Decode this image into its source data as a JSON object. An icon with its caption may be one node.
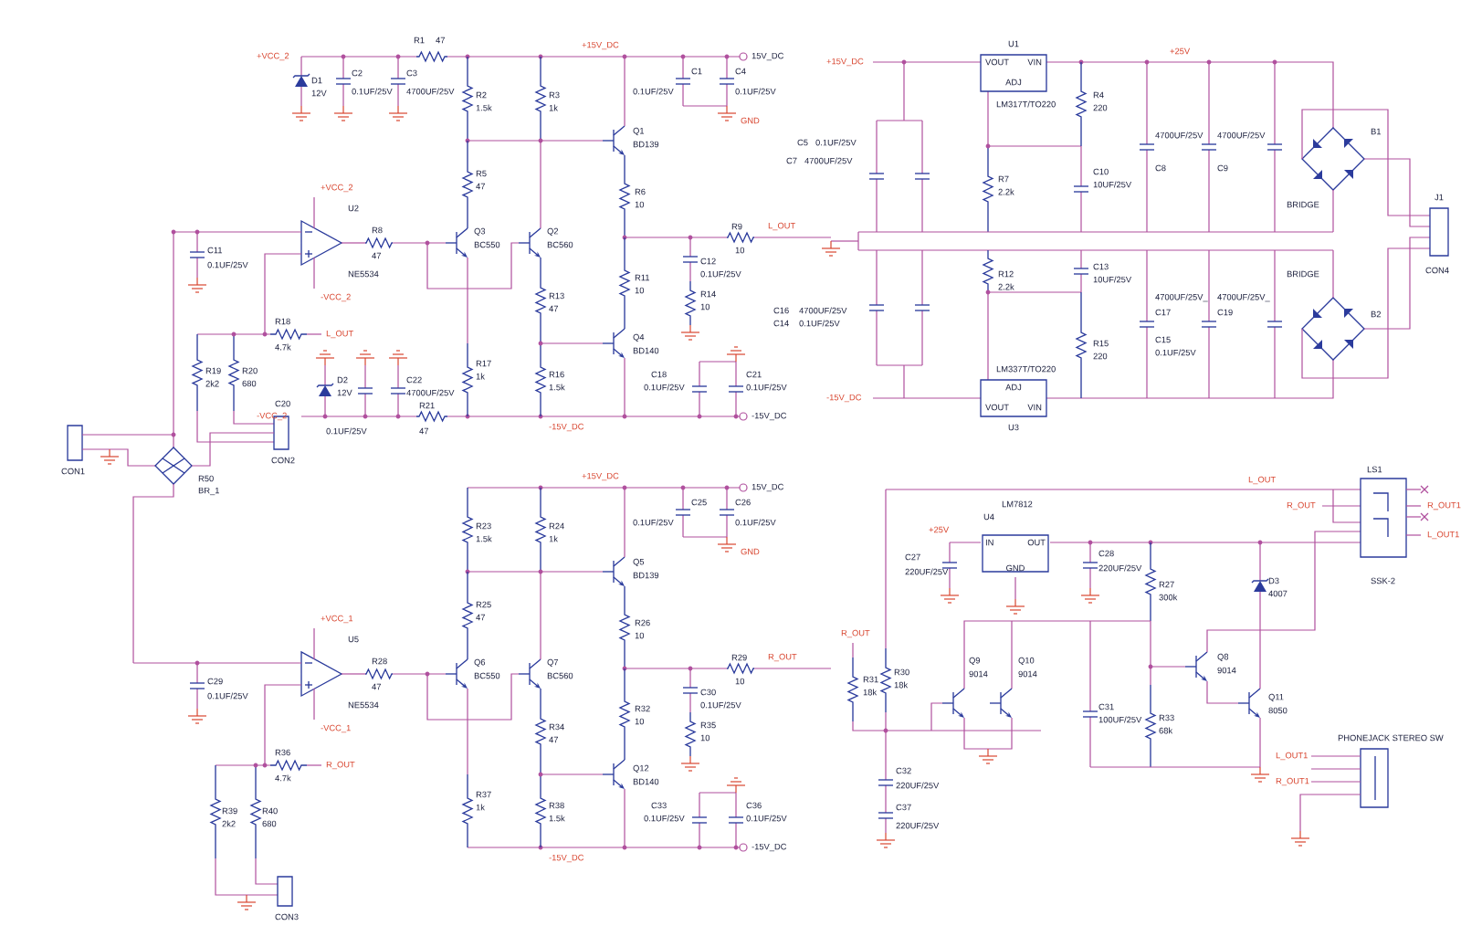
{
  "diagram": {
    "nodes": [
      {
        "text": [
          "U1",
          "VOUT",
          "ADJ",
          "VIN"
        ],
        "beside": [
          "LM317T/TO220"
        ]
      },
      {
        "text": [
          "ADJ",
          "VOUT",
          "VIN",
          "U3"
        ],
        "beside": [
          "LM337T/TO220"
        ]
      },
      {
        "text": [
          "U4",
          "IN",
          "GND",
          "OUT"
        ],
        "beside": [
          "LM7812"
        ]
      }
    ],
    "labels": [
      "+VCC_2",
      "R1",
      "47",
      "D1",
      "12V",
      "C2",
      "0.1UF/25V",
      "C3",
      "4700UF/25V",
      "R2",
      "1.5k",
      "R3",
      "1k",
      "+15V_DC",
      "15V_DC",
      "C1",
      "0.1UF/25V",
      "C4",
      "0.1UF/25V",
      "GND",
      "Q1",
      "BD139",
      "R5",
      "47",
      "R6",
      "10",
      "+VCC_2",
      "U2",
      "Q3",
      "BC550",
      "R8",
      "47",
      "NE5534",
      "-VCC_2",
      "Q2",
      "BC560",
      "R9",
      "10",
      "L_OUT",
      "C11",
      "0.1UF/25V",
      "R11",
      "10",
      "C12",
      "0.1UF/25V",
      "R14",
      "10",
      "R18",
      "4.7k",
      "L_OUT",
      "R13",
      "47",
      "Q4",
      "BD140",
      "R19",
      "2k2",
      "R20",
      "680",
      "C20",
      "D2",
      "12V",
      "C22",
      "4700UF/25V",
      "R17",
      "1k",
      "R16",
      "1.5k",
      "C18",
      "0.1UF/25V",
      "C21",
      "0.1UF/25V",
      "-VCC_2",
      "R21",
      "47",
      "-15V_DC",
      "-15V_DC",
      "0.1UF/25V",
      "CON1",
      "R50",
      "BR_1",
      "CON2",
      "+15V_DC",
      "15V_DC",
      "C25",
      "0.1UF/25V",
      "C26",
      "0.1UF/25V",
      "R23",
      "1.5k",
      "R24",
      "1k",
      "GND",
      "Q5",
      "BD139",
      "+VCC_1",
      "R25",
      "47",
      "R26",
      "10",
      "U5",
      "R28",
      "47",
      "NE5534",
      "Q6",
      "BC550",
      "Q7",
      "BC560",
      "R29",
      "10",
      "R_OUT",
      "C29",
      "0.1UF/25V",
      "C30",
      "0.1UF/25V",
      "-VCC_1",
      "R32",
      "10",
      "R35",
      "10",
      "R34",
      "47",
      "R36",
      "4.7k",
      "R_OUT",
      "Q12",
      "BD140",
      "R37",
      "1k",
      "R38",
      "1.5k",
      "R39",
      "2k2",
      "R40",
      "680",
      "C33",
      "0.1UF/25V",
      "C36",
      "0.1UF/25V",
      "-15V_DC",
      "-15V_DC",
      "CON3",
      "+15V_DC",
      "R4",
      "220",
      "+25V",
      "C5",
      "0.1UF/25V",
      "C7",
      "4700UF/25V",
      "C8",
      "4700UF/25V",
      "C9",
      "4700UF/25V",
      "R7",
      "2.2k",
      "C10",
      "10UF/25V",
      "B1",
      "BRIDGE",
      "J1",
      "CON4",
      "R12",
      "2.2k",
      "C13",
      "10UF/25V",
      "C16",
      "4700UF/25V",
      "C14",
      "0.1UF/25V",
      "4700UF/25V_",
      "4700UF/25V_",
      "C17",
      "C15",
      "0.1UF/25V",
      "C19",
      "R15",
      "220",
      "B2",
      "BRIDGE",
      "-15V_DC",
      "L_OUT",
      "LS1",
      "R_OUT",
      "R_OUT1",
      "L_OUT1",
      "+25V",
      "C27",
      "220UF/25V",
      "C28",
      "220UF/25V",
      "SSK-2",
      "R27",
      "300k",
      "D3",
      "4007",
      "R_OUT",
      "R31",
      "18k",
      "R30",
      "18k",
      "Q9",
      "9014",
      "Q10",
      "9014",
      "Q8",
      "9014",
      "C31",
      "100UF/25V",
      "R33",
      "68k",
      "Q11",
      "8050",
      "PHONEJACK STEREO SW",
      "L_OUT1",
      "R_OUT1",
      "C32",
      "220UF/25V",
      "C37",
      "220UF/25V"
    ]
  }
}
